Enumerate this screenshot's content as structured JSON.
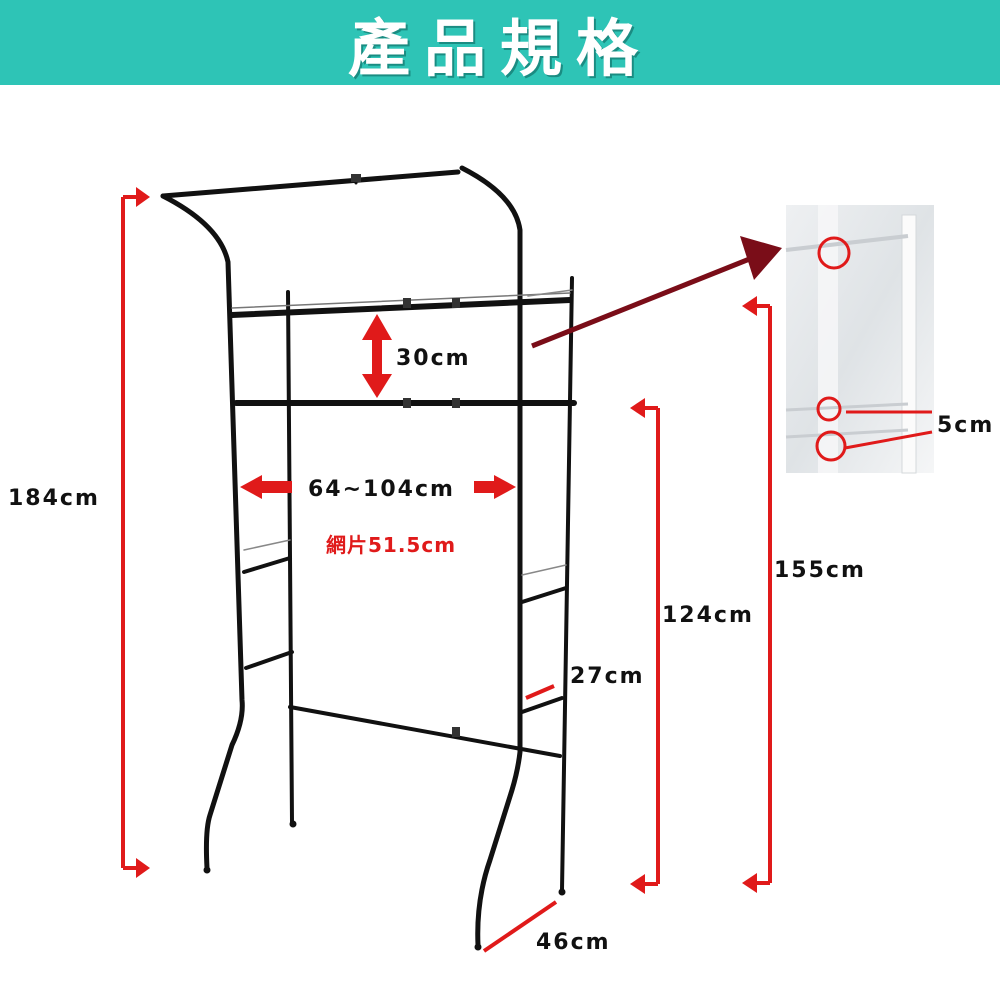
{
  "title": "產品規格",
  "colors": {
    "banner": "#2ec4b6",
    "dimension_line": "#e01a1a",
    "frame": "#111111",
    "callout_arrow": "#7a0d18",
    "mesh_note": "#e01a1a"
  },
  "dimensions": {
    "total_height": "184cm",
    "shelf_gap": "30cm",
    "width_range": "64~104cm",
    "mesh_width": "網片51.5cm",
    "lower_rung": "27cm",
    "height_124": "124cm",
    "height_155": "155cm",
    "hole_spacing": "5cm",
    "depth": "46cm"
  }
}
